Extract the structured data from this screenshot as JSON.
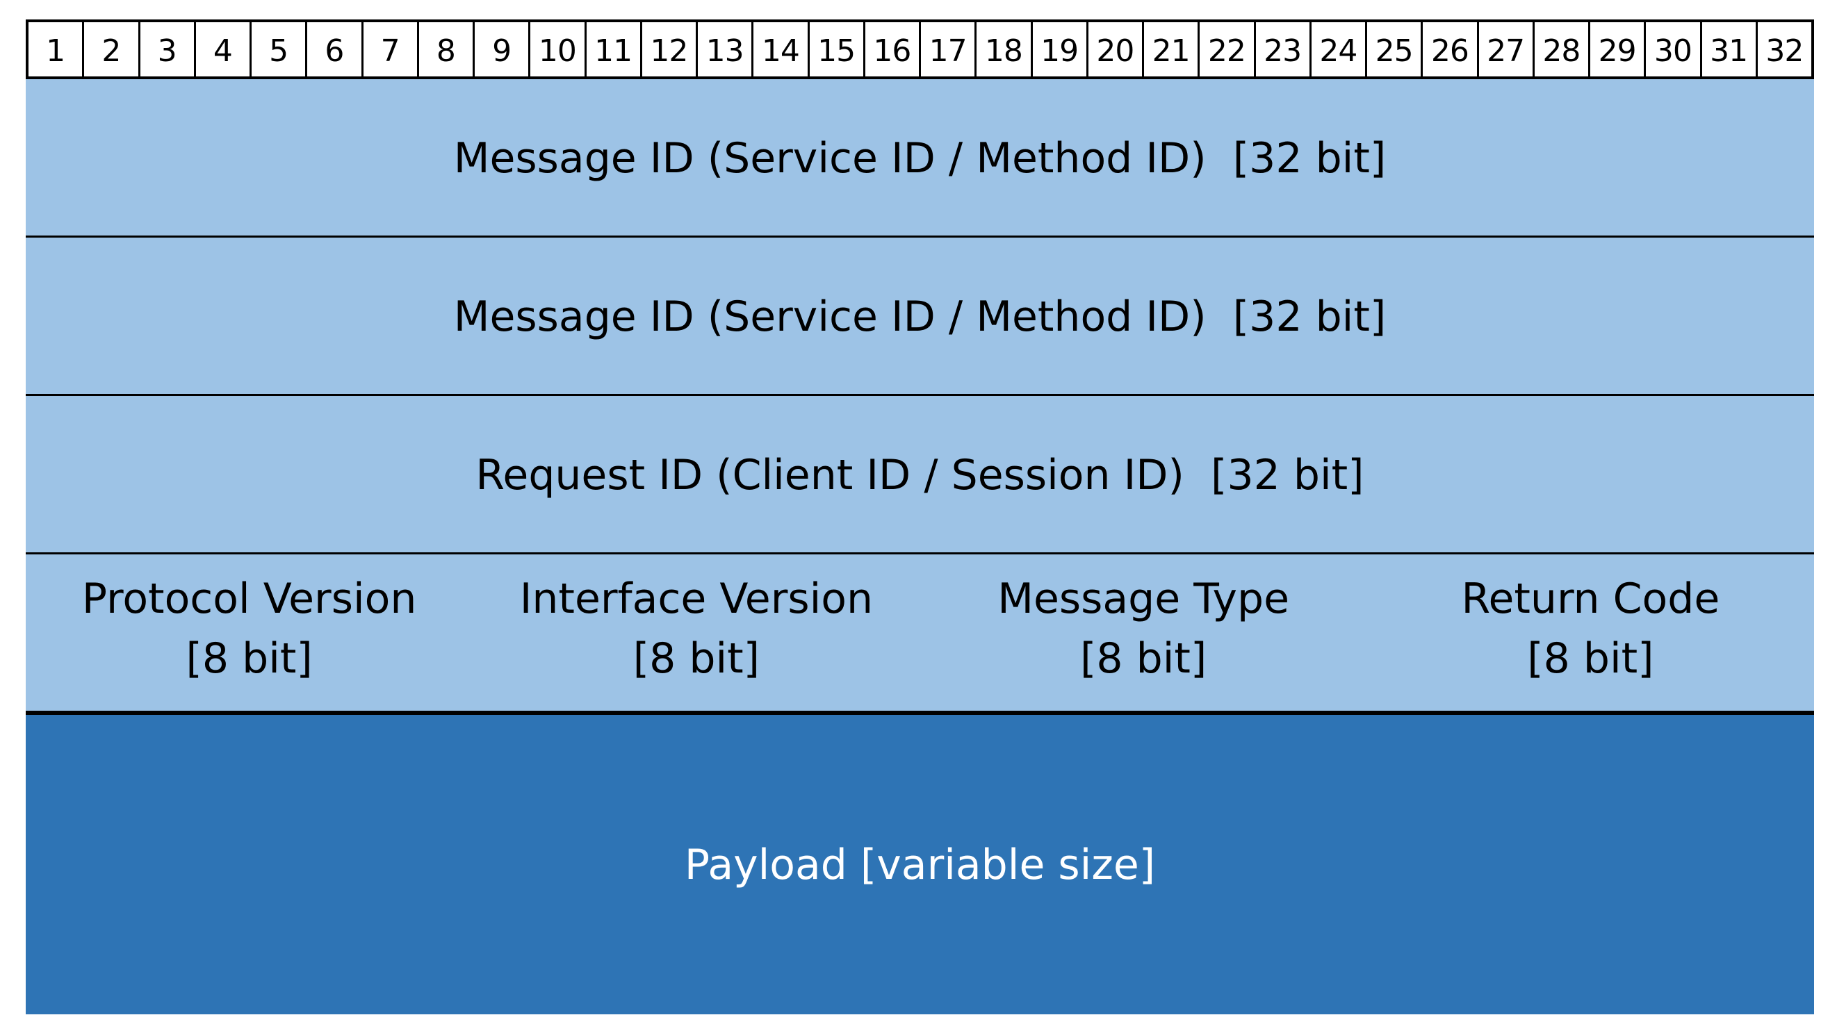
{
  "bit_ruler": [
    "1",
    "2",
    "3",
    "4",
    "5",
    "6",
    "7",
    "8",
    "9",
    "10",
    "11",
    "12",
    "13",
    "14",
    "15",
    "16",
    "17",
    "18",
    "19",
    "20",
    "21",
    "22",
    "23",
    "24",
    "25",
    "26",
    "27",
    "28",
    "29",
    "30",
    "31",
    "32"
  ],
  "rows": {
    "row1": "Message ID (Service ID / Method ID)  [32 bit]",
    "row2": "Message ID (Service ID / Method ID)  [32 bit]",
    "row3": "Request ID (Client ID / Session ID)  [32 bit]"
  },
  "fields": [
    {
      "name": "Protocol Version",
      "size": "[8 bit]"
    },
    {
      "name": "Interface Version",
      "size": "[8 bit]"
    },
    {
      "name": "Message Type",
      "size": "[8 bit]"
    },
    {
      "name": "Return Code",
      "size": "[8 bit]"
    }
  ],
  "payload": "Payload [variable size]",
  "colors": {
    "header_fill": "#9dc3e6",
    "payload_fill": "#2e74b5",
    "lines": "#000000"
  }
}
